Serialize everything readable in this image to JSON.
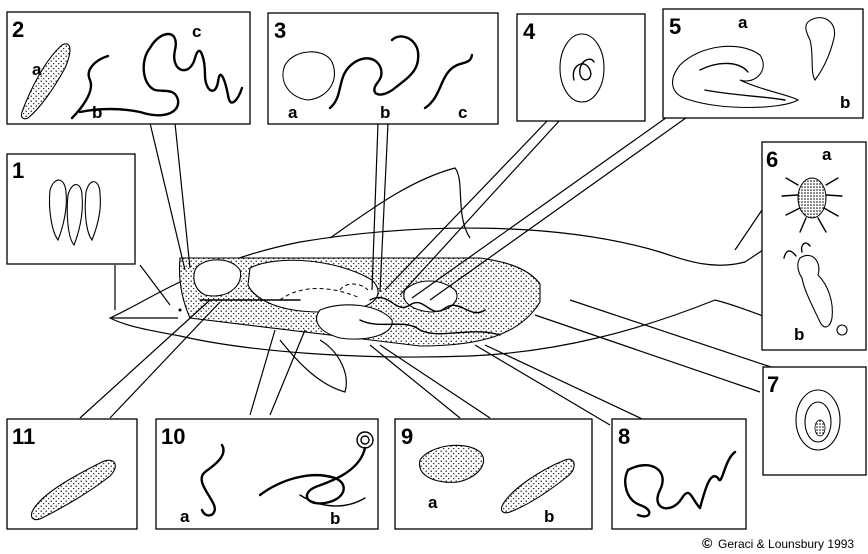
{
  "panels": [
    {
      "number": "1",
      "sub_labels": []
    },
    {
      "number": "2",
      "sub_labels": [
        "a",
        "b",
        "c"
      ]
    },
    {
      "number": "3",
      "sub_labels": [
        "a",
        "b",
        "c"
      ]
    },
    {
      "number": "4",
      "sub_labels": []
    },
    {
      "number": "5",
      "sub_labels": [
        "a",
        "b"
      ]
    },
    {
      "number": "6",
      "sub_labels": [
        "a",
        "b"
      ]
    },
    {
      "number": "7",
      "sub_labels": []
    },
    {
      "number": "8",
      "sub_labels": []
    },
    {
      "number": "9",
      "sub_labels": [
        "a",
        "b"
      ]
    },
    {
      "number": "10",
      "sub_labels": [
        "a",
        "b"
      ]
    },
    {
      "number": "11",
      "sub_labels": []
    }
  ],
  "copyright": {
    "symbol": "©",
    "text": "Geraci & Lounsbury 1993"
  }
}
